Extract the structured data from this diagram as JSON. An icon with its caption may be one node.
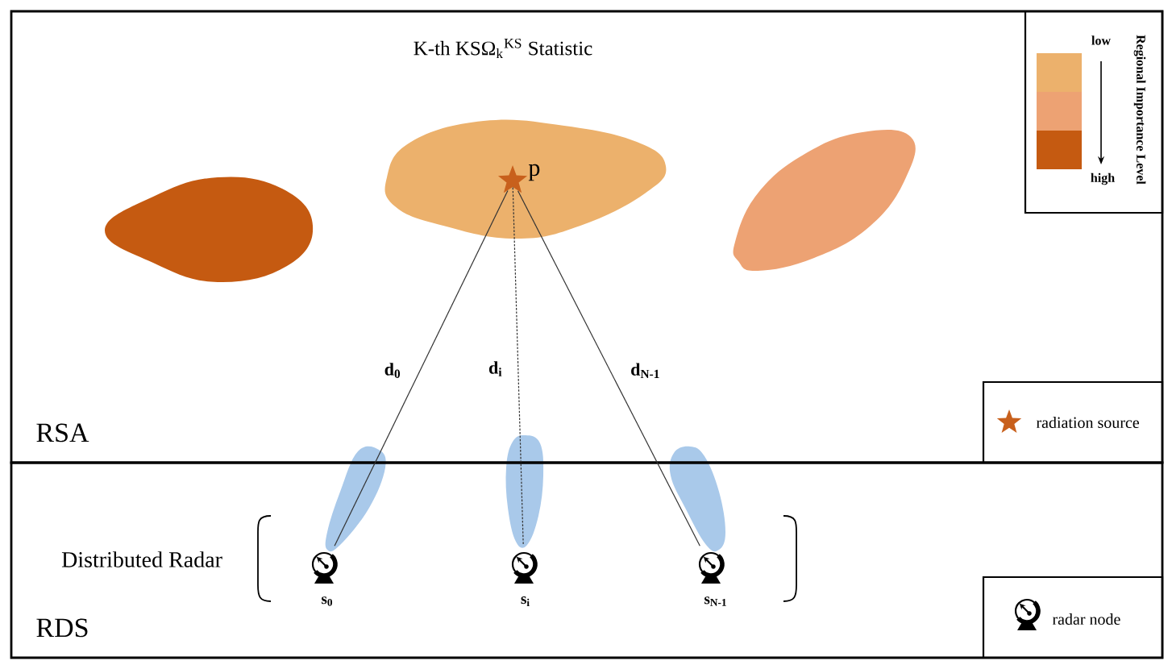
{
  "diagram": {
    "nodes": [
      {
        "text": [
          "RSA"
        ]
      },
      {
        "text": [],
        "shape": "blob",
        "in": 0
      },
      {
        "text": [
          "K-th KSΩ$_{k}$$^{KS}$ Statistic"
        ],
        "in": 0
      },
      {
        "text": [],
        "shape": "star",
        "beside": [
          "p"
        ],
        "in": 2
      },
      {
        "text": [],
        "shape": "blob",
        "in": 0
      },
      {
        "text": [
          "RDS"
        ]
      },
      {
        "text": [],
        "shape": "picture",
        "beside": [
          "s$_{0}$"
        ],
        "in": 5
      },
      {
        "text": [],
        "shape": "picture",
        "beside": [
          "s$_{i}$"
        ],
        "in": 5
      },
      {
        "text": [],
        "shape": "picture",
        "beside": [
          "s$_{N-1}$"
        ],
        "in": 5
      }
    ],
    "edges": [
      {
        "from": 3,
        "to": 6,
        "arrow": "none",
        "label": "d$_{0}$"
      },
      {
        "from": 3,
        "to": 7,
        "arrow": "none",
        "label": "d$_{i}$",
        "style": "dashed"
      },
      {
        "from": 3,
        "to": 8,
        "arrow": "none",
        "label": "d$_{N-1}$"
      }
    ],
    "labels": [
      "Regional Importance Level",
      "low",
      "high",
      "Distributed Radar"
    ],
    "legend": [
      {
        "text": "radiation source"
      },
      {
        "text": "radar node"
      }
    ]
  }
}
